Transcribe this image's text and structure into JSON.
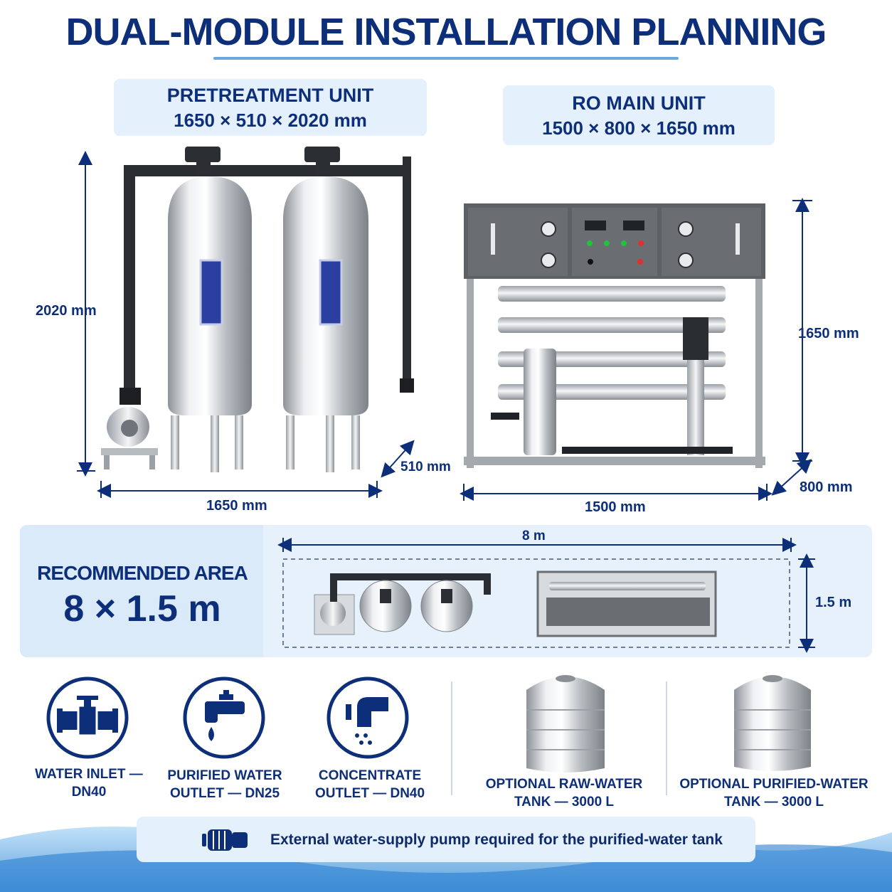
{
  "title": "DUAL-MODULE INSTALLATION PLANNING",
  "pretreatment": {
    "name": "PRETREATMENT UNIT",
    "dims": "1650 × 510 × 2020 mm",
    "height_label": "2020 mm",
    "width_label": "1650 mm",
    "depth_label": "510 mm"
  },
  "ro_unit": {
    "name": "RO MAIN UNIT",
    "dims": "1500 × 800 × 1650 mm",
    "height_label": "1650 mm",
    "width_label": "1500 mm",
    "depth_label": "800 mm"
  },
  "area": {
    "label": "RECOMMENDED AREA",
    "value": "8 × 1.5 m",
    "length_label": "8 m",
    "width_label": "1.5 m"
  },
  "connections": [
    {
      "label_1": "WATER INLET —",
      "label_2": "DN40",
      "icon": "pipe-valve-icon"
    },
    {
      "label_1": "PURIFIED WATER",
      "label_2": "OUTLET — DN25",
      "icon": "faucet-icon"
    },
    {
      "label_1": "CONCENTRATE",
      "label_2": "OUTLET — DN40",
      "icon": "drain-elbow-icon"
    }
  ],
  "tanks": [
    {
      "label_1": "OPTIONAL RAW-WATER",
      "label_2": "TANK — 3000 L"
    },
    {
      "label_1": "OPTIONAL PURIFIED-WATER",
      "label_2": "TANK — 3000 L"
    }
  ],
  "footer": {
    "text": "External water-supply pump required for the purified-water tank",
    "icon": "pump-icon"
  },
  "colors": {
    "navy": "#0d2f7a",
    "light_blue_panel": "#e4f0fb",
    "accent_blue": "#6aa9e0",
    "steel": "#c4c8cc",
    "dark_gray": "#5d6166"
  }
}
